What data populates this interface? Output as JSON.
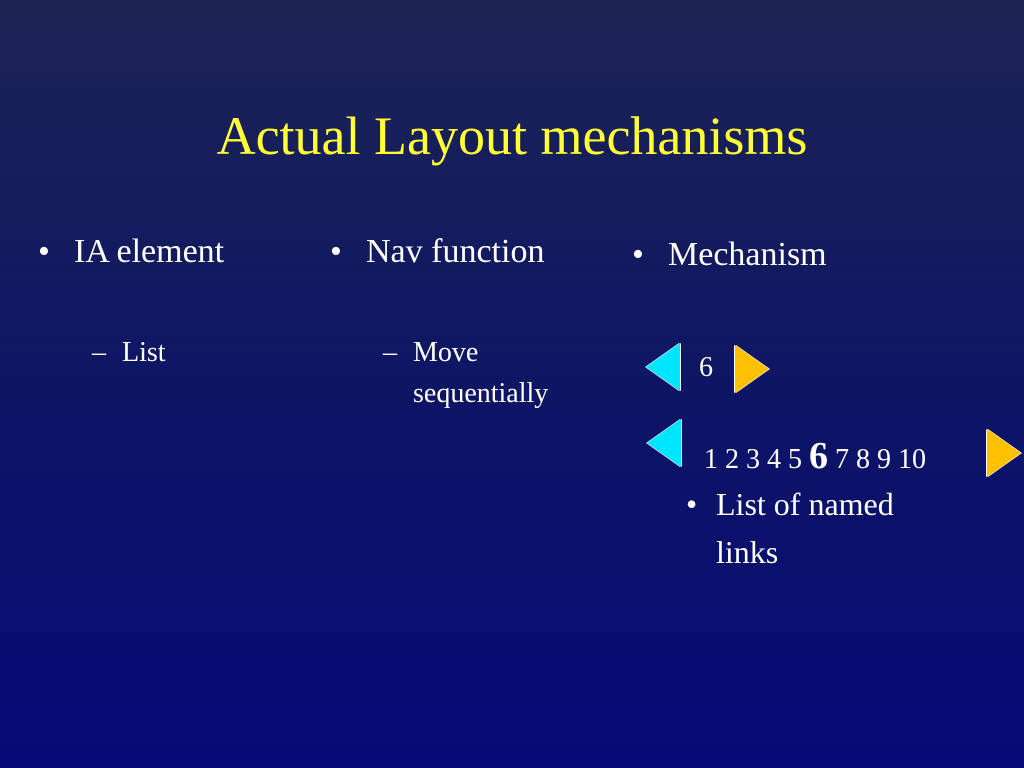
{
  "slide": {
    "title": "Actual Layout mechanisms",
    "columns": [
      {
        "heading": "IA element",
        "sub": [
          "List"
        ]
      },
      {
        "heading": "Nav function",
        "sub": [
          "Move",
          "sequentially"
        ]
      },
      {
        "heading": "Mechanism"
      }
    ],
    "bullet_glyph": "•",
    "dash_glyph": "–"
  },
  "mechanism": {
    "single_page": "6",
    "pager_before": "1 2 3 4 5",
    "pager_current": "6",
    "pager_after": "7 8 9 10",
    "named_links": [
      "List of named",
      "links"
    ]
  },
  "colors": {
    "title": "#ffff33",
    "prev_arrow": "#00e5ff",
    "next_arrow": "#ffc000"
  },
  "icons": {
    "prev": "triangle-left-icon",
    "next": "triangle-right-icon"
  }
}
